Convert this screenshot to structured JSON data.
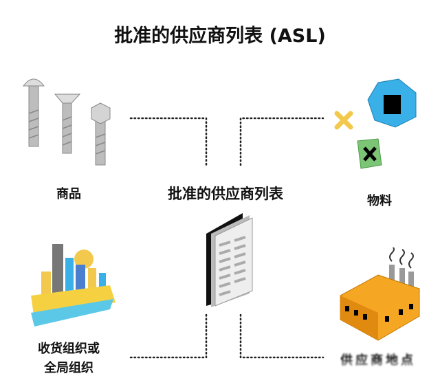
{
  "title": "批准的供应商列表 (ASL)",
  "center_label": "批准的供应商列表",
  "nodes": {
    "goods": {
      "label": "商品",
      "icon": "screws-bolts-icon"
    },
    "materials": {
      "label": "物料",
      "icon": "material-blocks-icon"
    },
    "receiving_org": {
      "label_line1": "收货组织或",
      "label_line2": "全局组织",
      "icon": "city-skyline-icon"
    },
    "supplier_site": {
      "label": "供应商地点",
      "icon": "factory-icon"
    }
  },
  "colors": {
    "blue": "#3ab0e8",
    "green": "#7cc576",
    "orange": "#f5a623",
    "yellow": "#f2c94c"
  }
}
